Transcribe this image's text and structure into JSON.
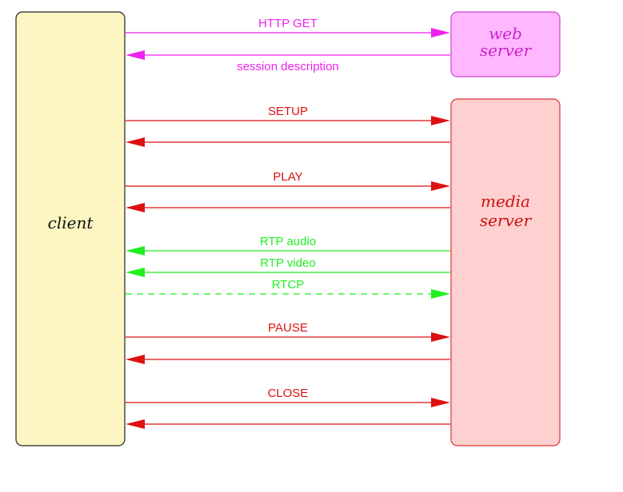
{
  "colors": {
    "client_fill": "#fdf6c3",
    "client_stroke": "#222222",
    "web_fill": "#ffb8ff",
    "web_stroke": "#d040d0",
    "web_text": "#cc22cc",
    "media_fill": "#ffd0d0",
    "media_stroke": "#dd3333",
    "media_text": "#cc1111",
    "magenta": "#ee22ee",
    "red": "#dd1111",
    "green": "#22ee22"
  },
  "boxes": {
    "client": {
      "label": "client"
    },
    "web_server": {
      "label_line1": "web",
      "label_line2": "server"
    },
    "media_server": {
      "label_line1": "media",
      "label_line2": "server"
    }
  },
  "messages": [
    {
      "id": "http-get",
      "label": "HTTP GET",
      "direction": "right",
      "color": "magenta",
      "dashed": false,
      "label_position": "above"
    },
    {
      "id": "session-description",
      "label": "session description",
      "direction": "left",
      "color": "magenta",
      "dashed": false,
      "label_position": "below"
    },
    {
      "id": "setup",
      "label": "SETUP",
      "direction": "right",
      "color": "red",
      "dashed": false,
      "label_position": "above"
    },
    {
      "id": "setup-reply",
      "label": "",
      "direction": "left",
      "color": "red",
      "dashed": false,
      "label_position": "above"
    },
    {
      "id": "play",
      "label": "PLAY",
      "direction": "right",
      "color": "red",
      "dashed": false,
      "label_position": "above"
    },
    {
      "id": "play-reply",
      "label": "",
      "direction": "left",
      "color": "red",
      "dashed": false,
      "label_position": "above"
    },
    {
      "id": "rtp-audio",
      "label": "RTP audio",
      "direction": "left",
      "color": "green",
      "dashed": false,
      "label_position": "above"
    },
    {
      "id": "rtp-video",
      "label": "RTP video",
      "direction": "left",
      "color": "green",
      "dashed": false,
      "label_position": "above"
    },
    {
      "id": "rtcp",
      "label": "RTCP",
      "direction": "right",
      "color": "green",
      "dashed": true,
      "label_position": "above"
    },
    {
      "id": "pause",
      "label": "PAUSE",
      "direction": "right",
      "color": "red",
      "dashed": false,
      "label_position": "above"
    },
    {
      "id": "pause-reply",
      "label": "",
      "direction": "left",
      "color": "red",
      "dashed": false,
      "label_position": "above"
    },
    {
      "id": "close",
      "label": "CLOSE",
      "direction": "right",
      "color": "red",
      "dashed": false,
      "label_position": "above"
    },
    {
      "id": "close-reply",
      "label": "",
      "direction": "left",
      "color": "red",
      "dashed": false,
      "label_position": "above"
    }
  ]
}
